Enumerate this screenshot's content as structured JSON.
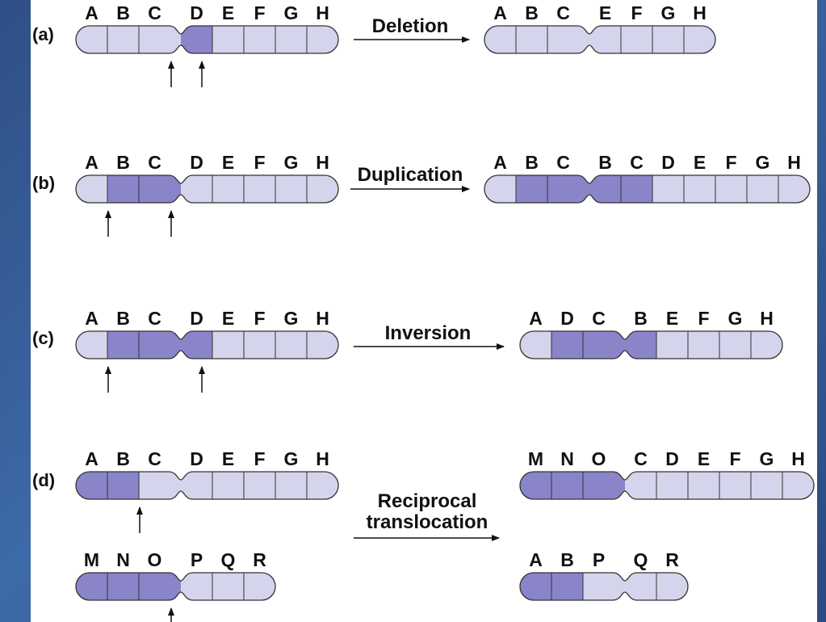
{
  "rows": [
    {
      "id": "a",
      "tag": "(a)",
      "action": [
        "Deletion"
      ],
      "chromosomes": [
        {
          "role": "before",
          "labels": [
            "A",
            "B",
            "C",
            "D",
            "E",
            "F",
            "G",
            "H"
          ],
          "highlighted": [
            "D"
          ],
          "break_arrows": 2
        },
        {
          "role": "after",
          "labels": [
            "A",
            "B",
            "C",
            "E",
            "F",
            "G",
            "H"
          ],
          "highlighted": []
        }
      ]
    },
    {
      "id": "b",
      "tag": "(b)",
      "action": [
        "Duplication"
      ],
      "chromosomes": [
        {
          "role": "before",
          "labels": [
            "A",
            "B",
            "C",
            "D",
            "E",
            "F",
            "G",
            "H"
          ],
          "highlighted": [
            "B",
            "C"
          ],
          "break_arrows": 2
        },
        {
          "role": "after",
          "labels": [
            "A",
            "B",
            "C",
            "B",
            "C",
            "D",
            "E",
            "F",
            "G",
            "H"
          ],
          "highlighted": [
            "B",
            "C",
            "B",
            "C"
          ]
        }
      ]
    },
    {
      "id": "c",
      "tag": "(c)",
      "action": [
        "Inversion"
      ],
      "chromosomes": [
        {
          "role": "before",
          "labels": [
            "A",
            "B",
            "C",
            "D",
            "E",
            "F",
            "G",
            "H"
          ],
          "highlighted": [
            "B",
            "C",
            "D"
          ],
          "break_arrows": 2
        },
        {
          "role": "after",
          "labels": [
            "A",
            "D",
            "C",
            "B",
            "E",
            "F",
            "G",
            "H"
          ],
          "highlighted": [
            "D",
            "C",
            "B"
          ]
        }
      ]
    },
    {
      "id": "d",
      "tag": "(d)",
      "action": [
        "Reciprocal",
        "translocation"
      ],
      "chromosomes": [
        {
          "role": "before-1",
          "labels": [
            "A",
            "B",
            "C",
            "D",
            "E",
            "F",
            "G",
            "H"
          ],
          "highlighted": [
            "A",
            "B"
          ],
          "break_arrows": 1
        },
        {
          "role": "before-2",
          "labels": [
            "M",
            "N",
            "O",
            "P",
            "Q",
            "R"
          ],
          "highlighted": [
            "M",
            "N",
            "O"
          ],
          "break_arrows": 1
        },
        {
          "role": "after-1",
          "labels": [
            "M",
            "N",
            "O",
            "C",
            "D",
            "E",
            "F",
            "G",
            "H"
          ],
          "highlighted": [
            "M",
            "N",
            "O"
          ]
        },
        {
          "role": "after-2",
          "labels": [
            "A",
            "B",
            "P",
            "Q",
            "R"
          ],
          "highlighted": [
            "A",
            "B"
          ]
        }
      ]
    }
  ],
  "colors": {
    "light_segment": "#d4d4ec",
    "dark_segment": "#8a84c8",
    "outline": "#333333",
    "background": "#3d6aa8"
  }
}
